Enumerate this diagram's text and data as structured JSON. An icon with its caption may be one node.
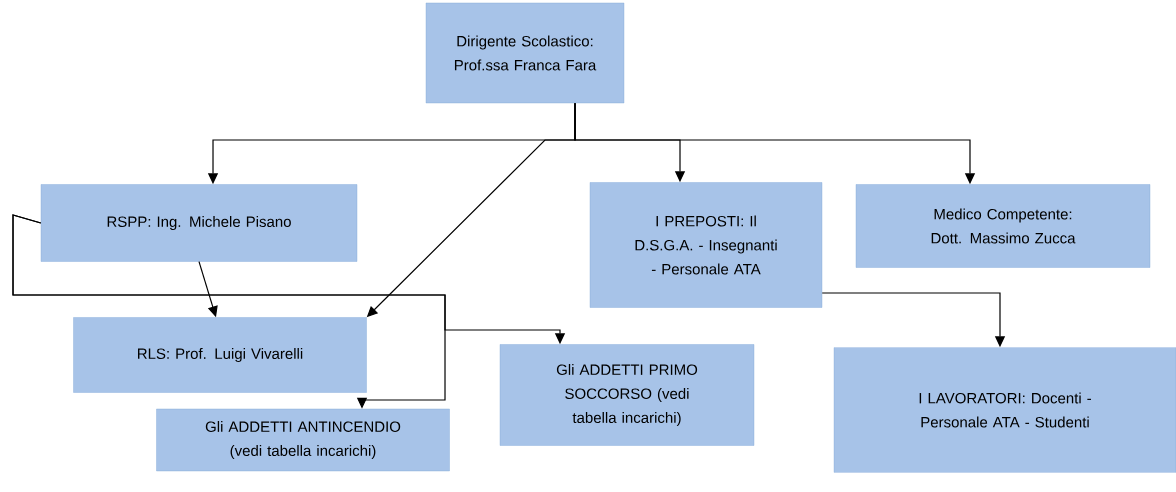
{
  "diagram": {
    "nodes": [
      {
        "text": [
          "Dirigente Scolastico: Prof.ssa Franca Fara"
        ]
      },
      {
        "text": [
          "RSPP: Ing. Michele Pisano"
        ]
      },
      {
        "text": [
          "I PREPOSTI: Il D.S.G.A. - Insegnanti - Personale ATA"
        ]
      },
      {
        "text": [
          "Medico Competente: Dott. Massimo Zucca"
        ]
      },
      {
        "text": [
          "RLS: Prof. Luigi Vivarelli"
        ]
      },
      {
        "text": [
          "Gli ADDETTI PRIMO SOCCORSO (vedi tabella incarichi)"
        ]
      },
      {
        "text": [
          "Gli ADDETTI ANTINCENDIO (vedi tabella incarichi)"
        ]
      },
      {
        "text": [
          "I LAVORATORI: Docenti - Personale ATA - Studenti"
        ]
      }
    ],
    "edges": [
      {
        "from": 0,
        "to": 1,
        "arrow": "to"
      },
      {
        "from": 0,
        "to": 2,
        "arrow": "to"
      },
      {
        "from": 0,
        "to": 3,
        "arrow": "to"
      },
      {
        "from": 0,
        "to": 4,
        "arrow": "to"
      },
      {
        "from": 1,
        "to": 4,
        "arrow": "to"
      },
      {
        "from": 1,
        "to": 5,
        "arrow": "to"
      },
      {
        "from": 1,
        "to": 6,
        "arrow": "to"
      },
      {
        "from": 2,
        "to": 7,
        "arrow": "to"
      }
    ]
  }
}
